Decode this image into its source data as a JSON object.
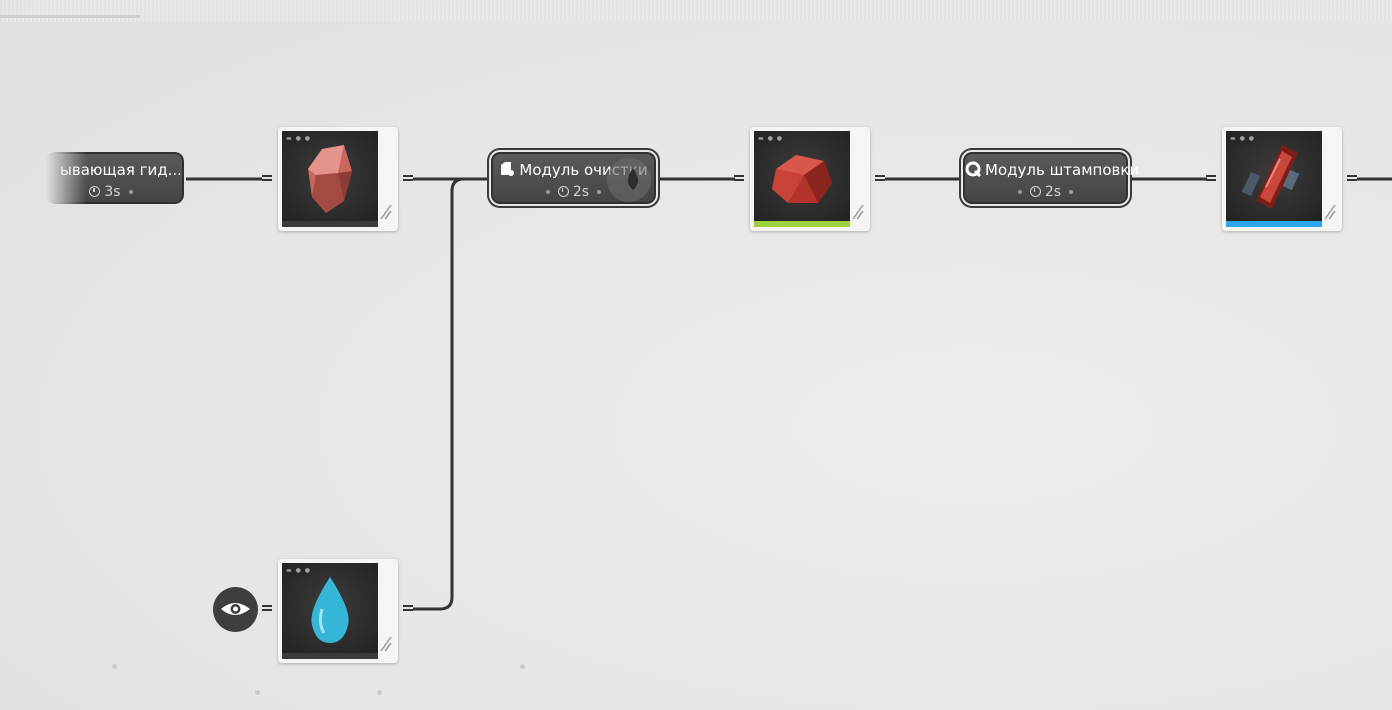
{
  "modules": [
    {
      "id": "m1",
      "title": "ывающая гид...",
      "time": "3s"
    },
    {
      "id": "m2",
      "title": "Модуль очистки",
      "time": "2s"
    },
    {
      "id": "m3",
      "title": "Модуль штамповки",
      "time": "2s"
    }
  ],
  "items": [
    {
      "id": "raw-ore",
      "icon": "raw-red-ore-crystal-icon",
      "bar_color": "#3a3a3a"
    },
    {
      "id": "refined-ore",
      "icon": "refined-red-ore-icon",
      "bar_color": "#9fcf3a"
    },
    {
      "id": "stamped-part",
      "icon": "stamped-component-icon",
      "bar_color": "#2aa8ec"
    },
    {
      "id": "water",
      "icon": "water-drop-icon",
      "bar_color": "#3a3a3a"
    }
  ],
  "colors": {
    "background": "#e9e9e7",
    "node": "#4a4a48",
    "link": "#333333"
  }
}
